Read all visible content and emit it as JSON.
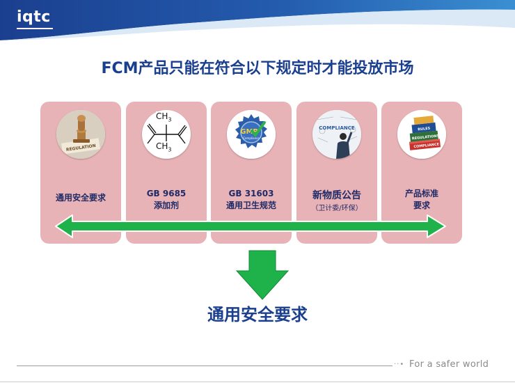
{
  "brand": {
    "logo_text": "iqtc",
    "tagline": "For a safer world",
    "band_color_dark": "#1b3f8f",
    "band_color_light": "#2f7fc4"
  },
  "slide": {
    "title": "FCM产品只能在符合以下规定时才能投放市场",
    "conclusion": "通用安全要求"
  },
  "cards": [
    {
      "label": "通用安全要求",
      "sub": "",
      "icon": "regulation-stamp-icon"
    },
    {
      "label": "GB 9685",
      "label2": "添加剂",
      "sub": "",
      "icon": "chemical-structure-icon",
      "chem_top": "CH",
      "chem_top_sub": "3",
      "chem_bottom": "CH",
      "chem_bottom_sub": "3"
    },
    {
      "label": "GB 31603",
      "label2": "通用卫生规范",
      "sub": "",
      "icon": "gmp-seal-icon",
      "seal_text": "GMP",
      "seal_sub": "Compliance"
    },
    {
      "label": "新物质公告",
      "sub": "（卫计委/环保）",
      "icon": "compliance-board-icon",
      "board_text": "COMPLIANCE"
    },
    {
      "label": "产品标准",
      "label2": "要求",
      "sub": "",
      "icon": "book-stack-icon",
      "book_texts": [
        "RULES",
        "REGULATIONS",
        "COMPLIANCE"
      ]
    }
  ],
  "colors": {
    "card_bg": "#e8b3b6",
    "arrow_green": "#1fb24a",
    "arrow_green_dark": "#0f8a33",
    "title_blue": "#1b3f8f"
  }
}
